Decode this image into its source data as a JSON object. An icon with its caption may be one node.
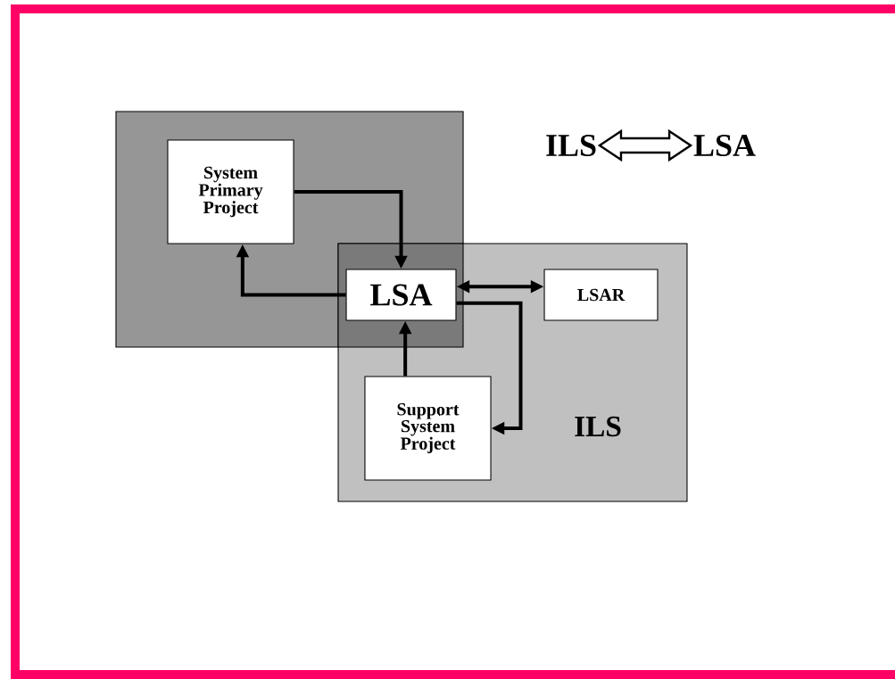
{
  "diagram": {
    "nodes": [
      {
        "text": [],
        "shape": "box"
      },
      {
        "text": [
          "ILS"
        ]
      },
      {
        "text": [
          "System Primary Project"
        ],
        "in": 0
      },
      {
        "text": [
          "LSA"
        ]
      },
      {
        "text": [
          "LSAR"
        ],
        "in": 1
      },
      {
        "text": [
          "Support System Project"
        ],
        "in": 1
      },
      {
        "text": [
          "ILS"
        ]
      },
      {
        "text": [
          "LSA"
        ]
      }
    ],
    "edges": [
      {
        "from": 2,
        "to": 3,
        "arrow": "to"
      },
      {
        "from": 3,
        "to": 2,
        "arrow": "to"
      },
      {
        "from": 3,
        "to": 4,
        "arrow": "both"
      },
      {
        "from": 5,
        "to": 3,
        "arrow": "to"
      },
      {
        "from": 3,
        "to": 5,
        "arrow": "to"
      },
      {
        "from": 6,
        "to": 7,
        "arrow": "both",
        "style": "thick"
      }
    ]
  }
}
